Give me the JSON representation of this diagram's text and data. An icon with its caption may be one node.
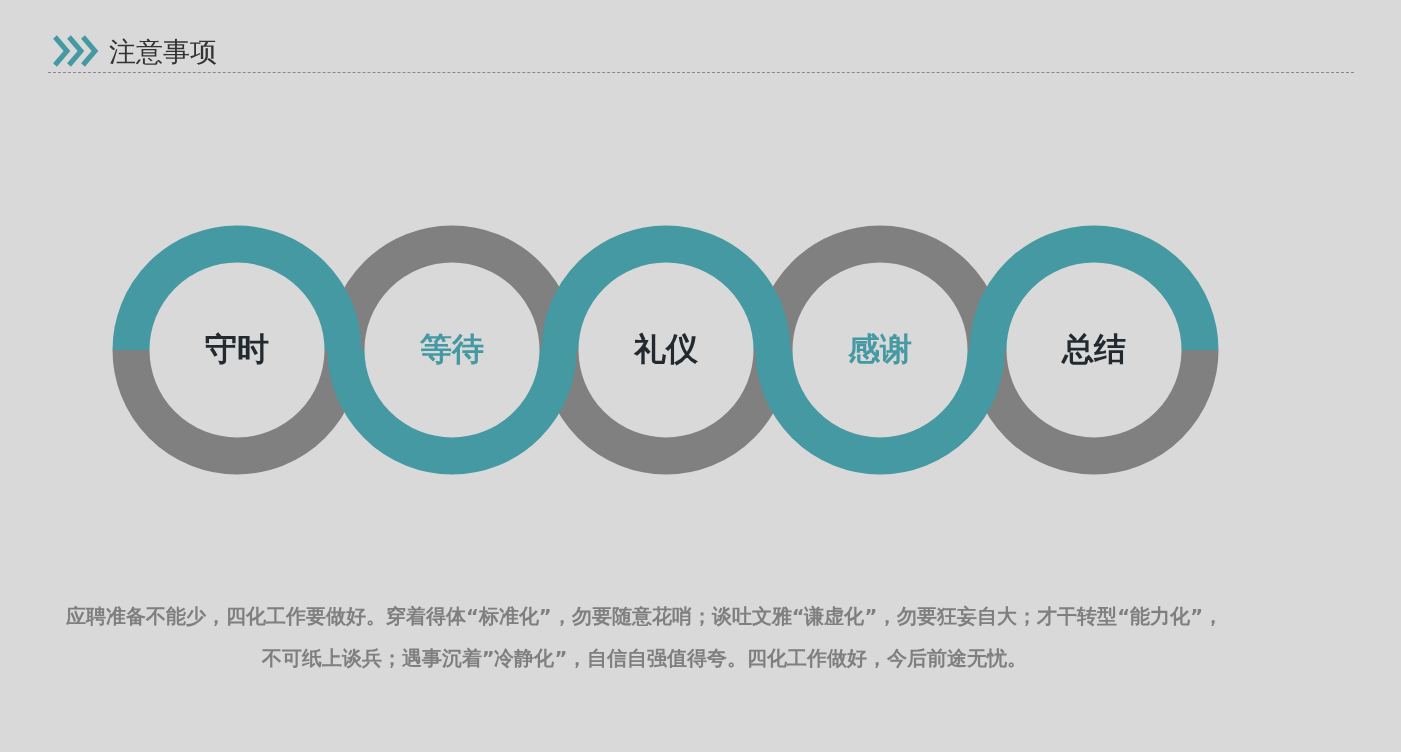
{
  "diagram": {
    "title": "注意事项",
    "nodes": [
      {
        "text": [
          "守时"
        ]
      },
      {
        "text": [
          "等待"
        ]
      },
      {
        "text": [
          "礼仪"
        ]
      },
      {
        "text": [
          "感谢"
        ]
      },
      {
        "text": [
          "总结"
        ]
      }
    ],
    "labels": [
      "应聘准备不能少，四化工作要做好。穿着得体“标准化”，勿要随意花哨；谈吐文雅“谦虚化”，勿要狂妄自大；才干转型“能力化”，不可纸上谈兵；遇事沉着”冷静化”，自信自强值得夸。四化工作做好，今后前途无忧。"
    ]
  }
}
